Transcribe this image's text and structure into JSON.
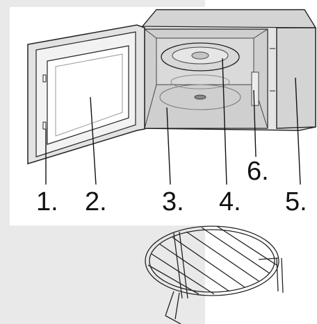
{
  "callouts": [
    {
      "id": "door-latches",
      "label": "1."
    },
    {
      "id": "door-window",
      "label": "2."
    },
    {
      "id": "turntable-support",
      "label": "3."
    },
    {
      "id": "glass-tray",
      "label": "4."
    },
    {
      "id": "control-panel",
      "label": "5."
    },
    {
      "id": "waveguide-cover",
      "label": "6."
    }
  ],
  "colors": {
    "line": "#222222",
    "body_fill": "#dcdcdc",
    "cavity_fill": "#c9c9c9",
    "background_gray": "#e9e9e9"
  }
}
